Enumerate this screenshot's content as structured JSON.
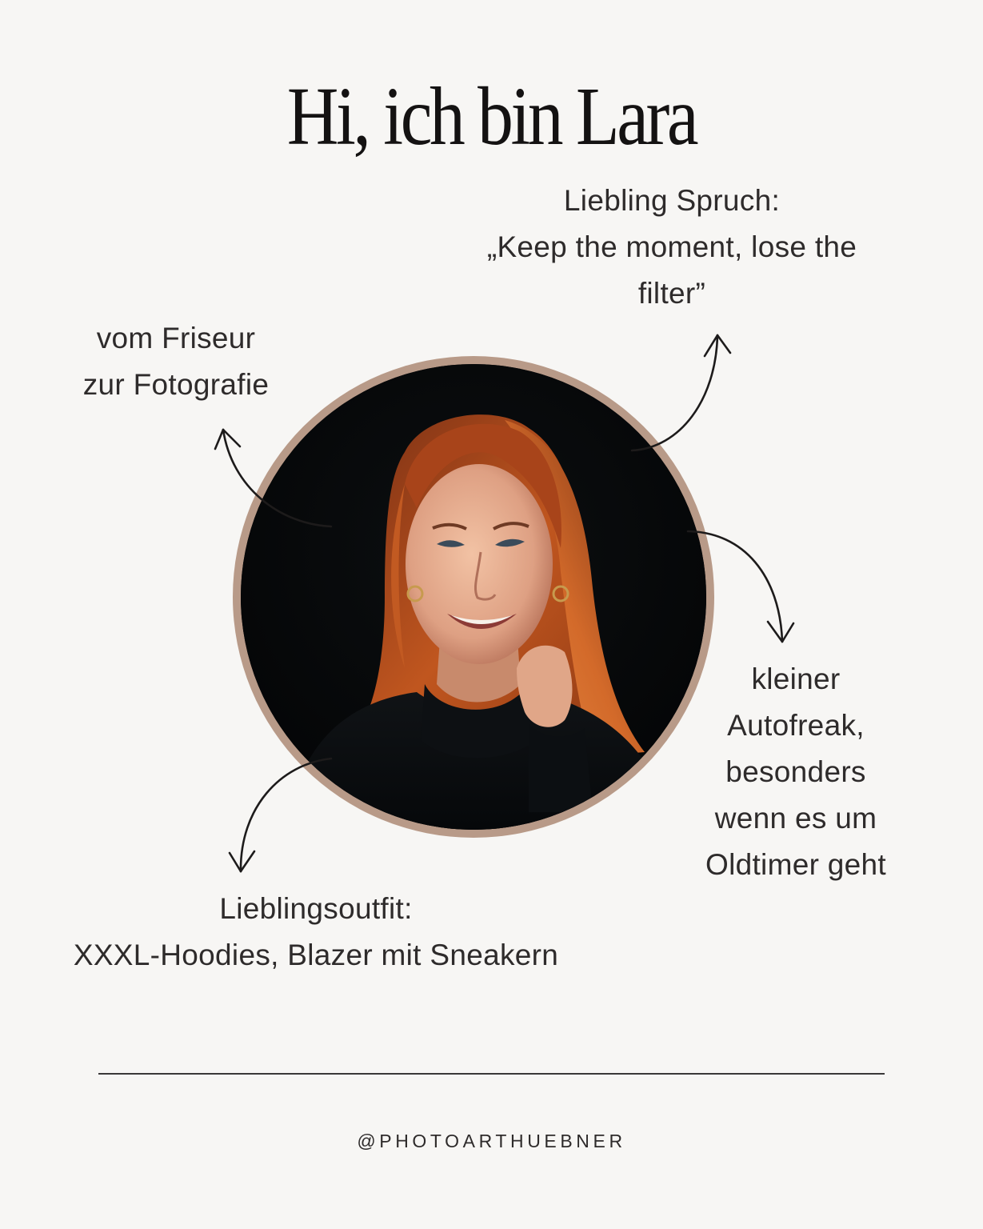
{
  "page": {
    "background_color": "#f7f6f4",
    "text_color": "#2e2b2b",
    "accent_ring_color": "#b89a88"
  },
  "header": {
    "title": "Hi, ich bin Lara"
  },
  "portrait": {
    "alt": "Portrait of Lara, smiling woman with red hair in a black turtleneck against a dark background",
    "frame": "circle"
  },
  "notes": {
    "quote": "Liebling Spruch:\n„Keep the moment, lose the\nfilter”",
    "career": "vom Friseur\nzur Fotografie",
    "cars": "kleiner\nAutofreak,\nbesonders\nwenn es um\nOldtimer geht",
    "outfit": "Lieblingsoutfit:\nXXXL-Hoodies, Blazer mit Sneakern"
  },
  "arrows": [
    {
      "name": "arrow-to-quote",
      "direction": "up-right"
    },
    {
      "name": "arrow-to-career",
      "direction": "up-left"
    },
    {
      "name": "arrow-to-cars",
      "direction": "down-right"
    },
    {
      "name": "arrow-to-outfit",
      "direction": "down-left"
    }
  ],
  "footer": {
    "handle": "@PHOTOARTHUEBNER"
  }
}
